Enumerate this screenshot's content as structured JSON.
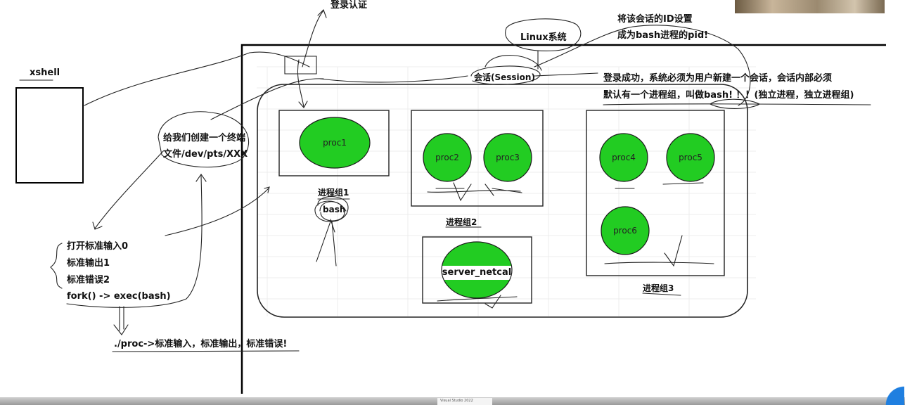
{
  "diagram": {
    "terminal_label": "xshell",
    "login_label": "登录认证",
    "os_label": "Linux系统",
    "session_id_note": [
      "将该会话的ID设置",
      "成为bash进程的pid!"
    ],
    "session_label": "会话(Session)",
    "login_success_note": [
      "登录成功，系统必须为用户新建一个会话，会话内部必须",
      "默认有一个进程组，叫做bash! ！！(独立进程，独立进程组)"
    ],
    "pts_note": [
      "给我们创建一个终端",
      "文件/dev/pts/XXX"
    ],
    "fd_steps": [
      "打开标准输入0",
      "标准输出1",
      "标准错误2",
      "fork() -> exec(bash)"
    ],
    "proc_note": "./proc->标准输入，标准输出，标准错误!",
    "bash_label": "bash",
    "processes": [
      "proc1",
      "proc2",
      "proc3",
      "proc4",
      "proc5",
      "proc6"
    ],
    "server_label": "server_netcal",
    "groups": [
      "进程组1",
      "进程组2",
      "进程组3"
    ]
  },
  "colors": {
    "process_fill": "#22cc22",
    "process_stroke": "#1a1a1a",
    "ink": "#111111"
  },
  "taskbar_text": "Visual Studio 2022"
}
